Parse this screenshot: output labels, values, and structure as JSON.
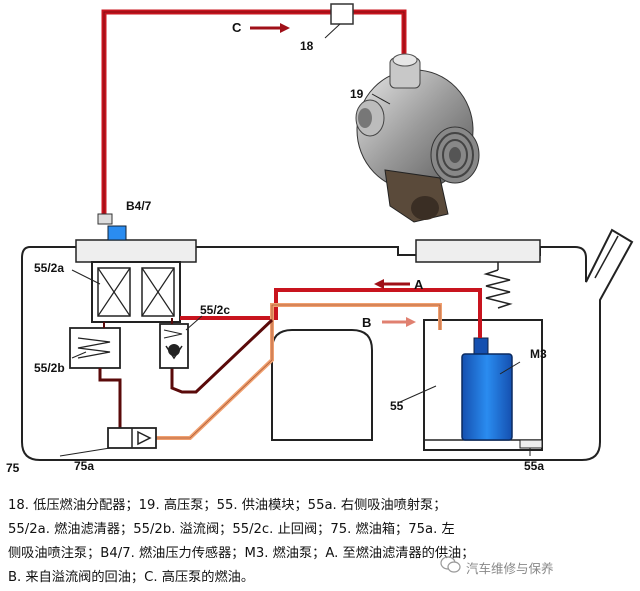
{
  "labels": {
    "c": "C",
    "a": "A",
    "b": "B",
    "n18": "18",
    "n19": "19",
    "b47": "B4/7",
    "n552a": "55/2a",
    "n552b": "55/2b",
    "n552c": "55/2c",
    "m3": "M3",
    "n55": "55",
    "n55a": "55a",
    "n75": "75",
    "n75a": "75a"
  },
  "legend": {
    "line1": "18. 低压燃油分配器；19. 高压泵；55. 供油模块；55a. 右侧吸油喷射泵；",
    "line2": "55/2a. 燃油滤清器；55/2b. 溢流阀；55/2c. 止回阀；75. 燃油箱；75a. 左",
    "line3": "侧吸油喷注泵；B4/7. 燃油压力传感器；M3. 燃油泵；A. 至燃油滤清器的供油；",
    "line4": "B. 来自溢流阀的回油；C. 高压泵的燃油。"
  },
  "watermark": "汽车维修与保养",
  "colors": {
    "fuel_red": "#c8141e",
    "return_orange": "#f0a070",
    "dark_line": "#5a0a0a",
    "pump_blue": "#1a6fd0",
    "tank_outline": "#222222"
  },
  "icons": {
    "arrow_c": "arrow-right-icon",
    "arrow_a": "arrow-left-icon",
    "arrow_b": "arrow-right-icon",
    "check_valve": "check-valve-icon",
    "spring": "spring-icon",
    "pump": "high-pressure-pump-icon",
    "watermark": "wechat-icon"
  }
}
